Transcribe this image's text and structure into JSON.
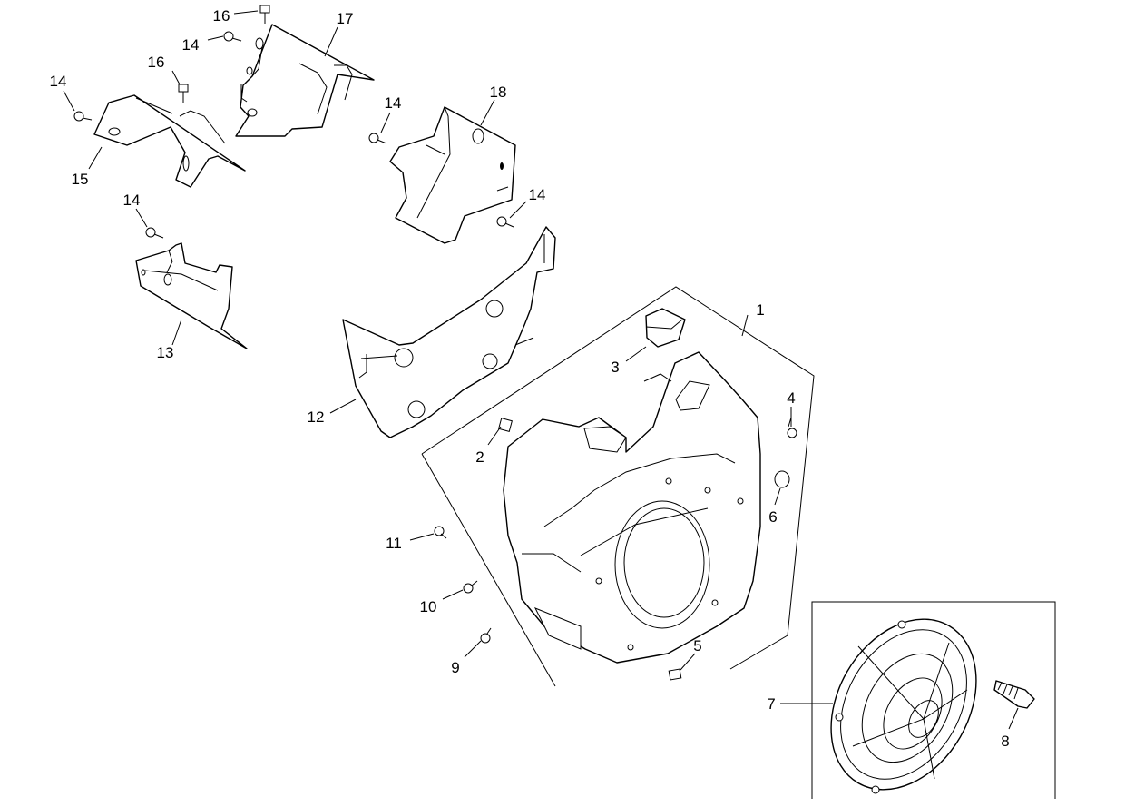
{
  "diagram": {
    "callouts": [
      {
        "id": "c1",
        "label": "1"
      },
      {
        "id": "c2",
        "label": "2"
      },
      {
        "id": "c3",
        "label": "3"
      },
      {
        "id": "c4",
        "label": "4"
      },
      {
        "id": "c5",
        "label": "5"
      },
      {
        "id": "c6",
        "label": "6"
      },
      {
        "id": "c7",
        "label": "7"
      },
      {
        "id": "c8",
        "label": "8"
      },
      {
        "id": "c9",
        "label": "9"
      },
      {
        "id": "c10",
        "label": "10"
      },
      {
        "id": "c11",
        "label": "11"
      },
      {
        "id": "c12",
        "label": "12"
      },
      {
        "id": "c13",
        "label": "13"
      },
      {
        "id": "c14a",
        "label": "14"
      },
      {
        "id": "c14b",
        "label": "14"
      },
      {
        "id": "c14c",
        "label": "14"
      },
      {
        "id": "c14d",
        "label": "14"
      },
      {
        "id": "c14e",
        "label": "14"
      },
      {
        "id": "c15",
        "label": "15"
      },
      {
        "id": "c16a",
        "label": "16"
      },
      {
        "id": "c16b",
        "label": "16"
      },
      {
        "id": "c17",
        "label": "17"
      },
      {
        "id": "c18",
        "label": "18"
      }
    ]
  }
}
